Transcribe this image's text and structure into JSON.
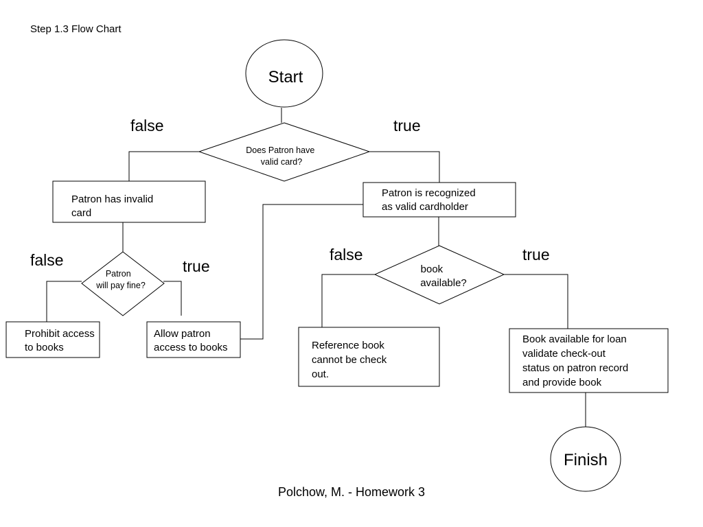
{
  "title": "Step 1.3 Flow Chart",
  "footer": "Polchow, M. - Homework 3",
  "nodes": {
    "start": "Start",
    "finish": "Finish",
    "valid_card_decision": [
      "Does Patron have",
      "valid card?"
    ],
    "invalid_card": [
      "Patron has invalid",
      "card"
    ],
    "pay_fine_decision": [
      "Patron",
      "will pay fine?"
    ],
    "prohibit_access": [
      "Prohibit access",
      "to books"
    ],
    "allow_access": [
      "Allow patron",
      "access to books"
    ],
    "valid_cardholder": [
      "Patron is recognized",
      "as valid cardholder"
    ],
    "book_available_decision": [
      "book",
      "available?"
    ],
    "reference_book": [
      "Reference book",
      "cannot be check",
      "out."
    ],
    "book_loan": [
      "Book available for loan",
      "validate check-out",
      "status on patron record",
      "and provide book"
    ]
  },
  "branch_labels": {
    "card_false": "false",
    "card_true": "true",
    "fine_false": "false",
    "fine_true": "true",
    "book_false": "false",
    "book_true": "true"
  }
}
